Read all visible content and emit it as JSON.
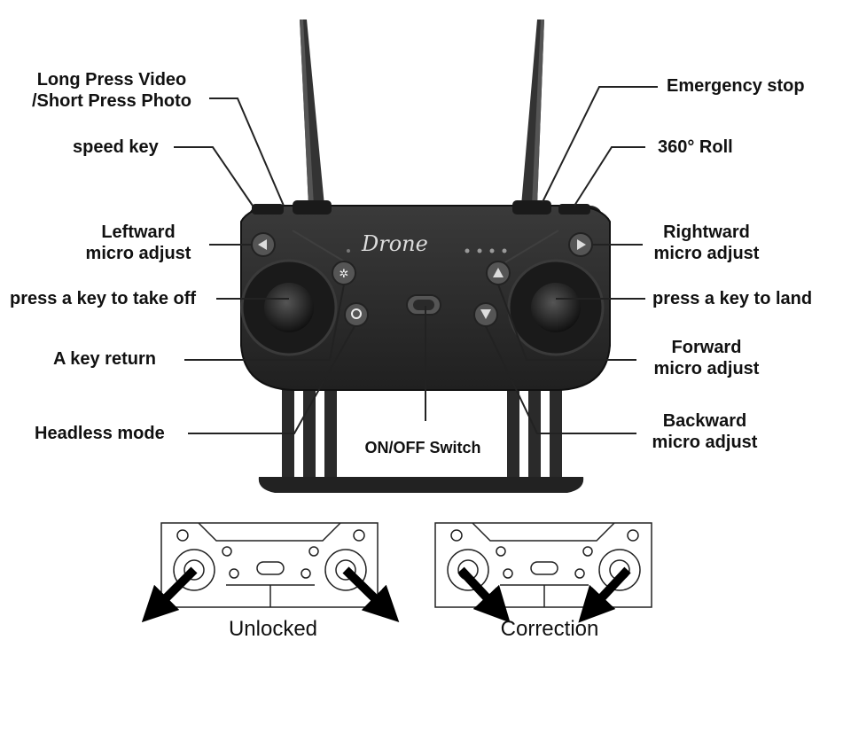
{
  "labels": {
    "long_press_line1": "Long Press Video",
    "long_press_line2": "/Short Press Photo",
    "speed_key": "speed key",
    "leftward_line1": "Leftward",
    "leftward_line2": "micro adjust",
    "take_off": "press a key to take off",
    "key_return": "A key return",
    "headless": "Headless mode",
    "on_off": "ON/OFF Switch",
    "emergency": "Emergency stop",
    "roll": "360° Roll",
    "rightward_line1": "Rightward",
    "rightward_line2": "micro adjust",
    "land": "press a key to land",
    "forward_line1": "Forward",
    "forward_line2": "micro adjust",
    "backward_line1": "Backward",
    "backward_line2": "micro adjust"
  },
  "brand": "Drone",
  "captions": {
    "unlocked": "Unlocked",
    "correction": "Correction"
  },
  "icons": {
    "take_off_button": "propeller-icon",
    "headless_button": "headless-icon",
    "leftward_button": "arrow-left-icon",
    "rightward_button": "arrow-right-icon",
    "forward_button": "arrow-up-icon",
    "backward_button": "arrow-down-icon",
    "unlock_arrows": "arrow-down-left-icon",
    "correction_arrows": "arrow-down-right-icon"
  },
  "colors": {
    "controller_body": "#2b2b2b",
    "leader_line": "#222222"
  }
}
